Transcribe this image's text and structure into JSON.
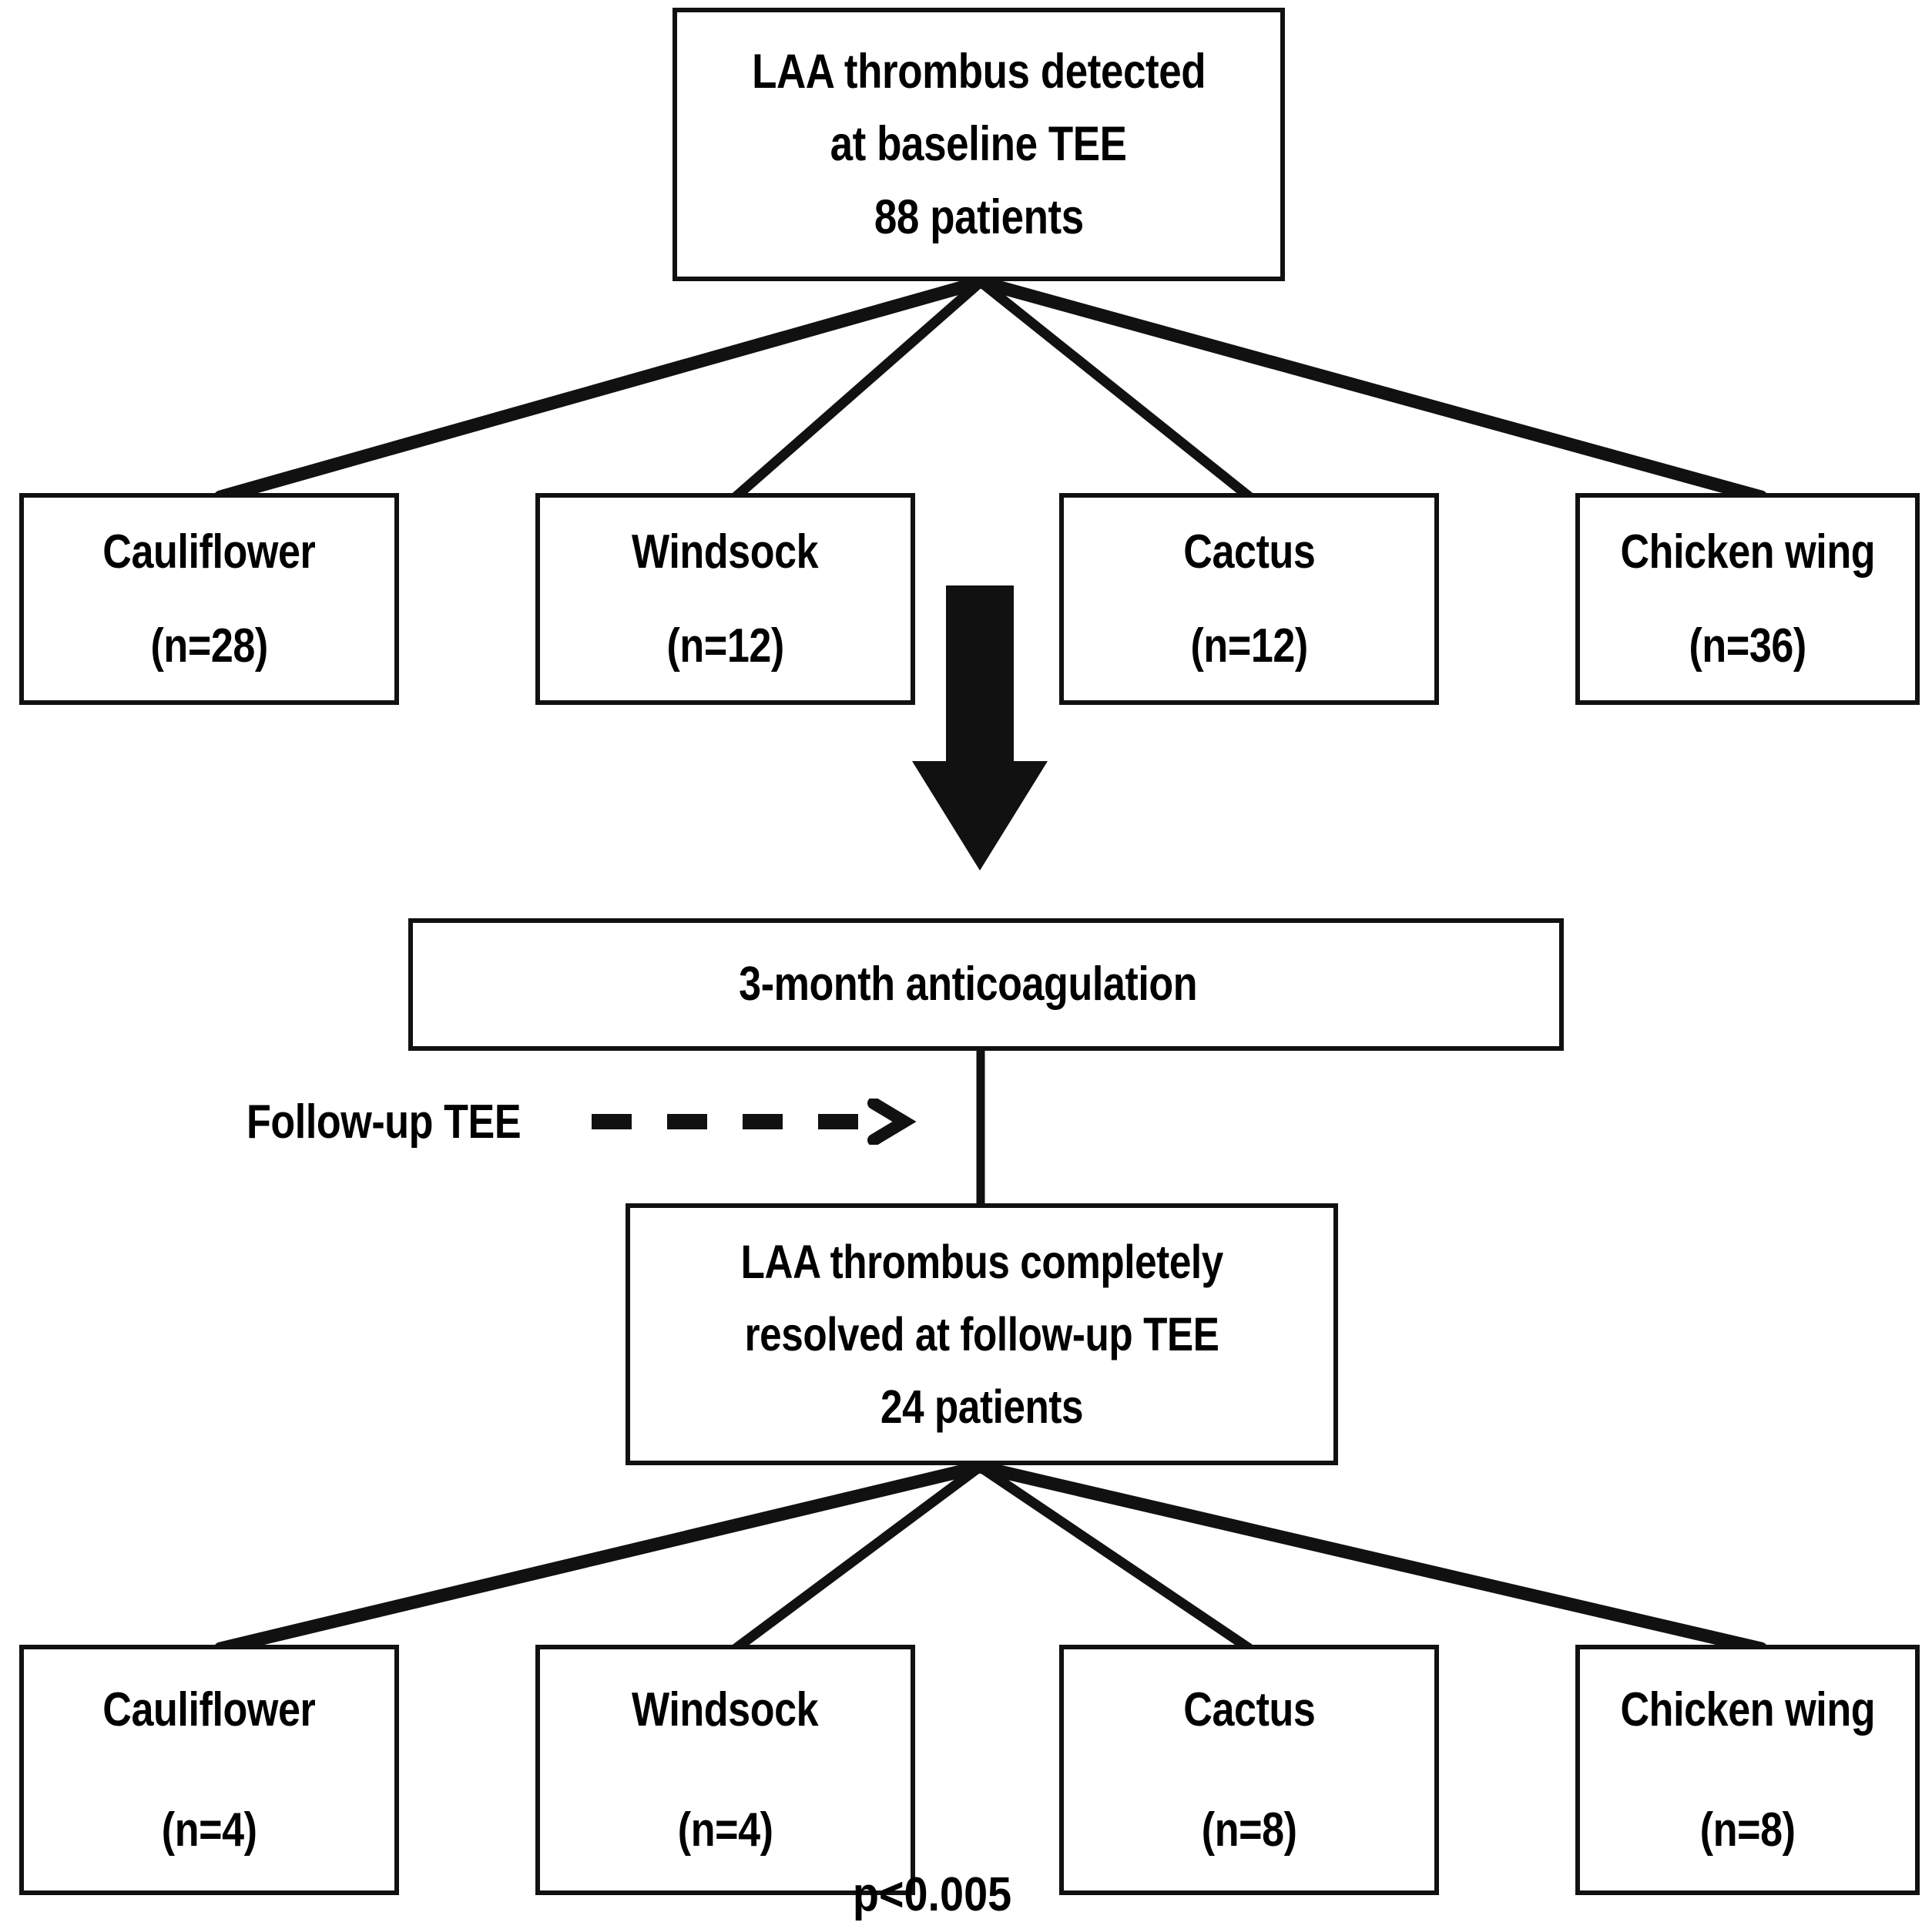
{
  "figure": {
    "type": "flowchart",
    "orientation": "top-down",
    "p_value": "p<0.005"
  },
  "root": {
    "lines": [
      "LAA thrombus detected",
      "at baseline TEE",
      "88 patients"
    ],
    "patients": 88
  },
  "baseline_groups": [
    {
      "label": "Cauliflower",
      "count_text": "(n=28)",
      "count": 28
    },
    {
      "label": "Windsock",
      "count_text": "(n=12)",
      "count": 12
    },
    {
      "label": "Cactus",
      "count_text": "(n=12)",
      "count": 12
    },
    {
      "label": "Chicken wing",
      "count_text": "(n=36)",
      "count": 36
    }
  ],
  "treatment": {
    "label": "3-month anticoagulation"
  },
  "followup_annotation": {
    "label": "Follow-up TEE",
    "arrow_style": "dashed-right"
  },
  "resolved": {
    "lines": [
      "LAA thrombus completely",
      "resolved at follow-up TEE",
      "24 patients"
    ],
    "patients": 24
  },
  "followup_groups": [
    {
      "label": "Cauliflower",
      "count_text": "(n=4)",
      "count": 4
    },
    {
      "label": "Windsock",
      "count_text": "(n=4)",
      "count": 4
    },
    {
      "label": "Cactus",
      "count_text": "(n=8)",
      "count": 8
    },
    {
      "label": "Chicken wing",
      "count_text": "(n=8)",
      "count": 8
    }
  ],
  "icons": {
    "thick_down_arrow": "thick-down-arrow-icon",
    "dashed_right_arrow": "dashed-right-arrow-icon"
  },
  "colors": {
    "stroke": "#111111",
    "background": "#ffffff",
    "text": "#000000"
  }
}
